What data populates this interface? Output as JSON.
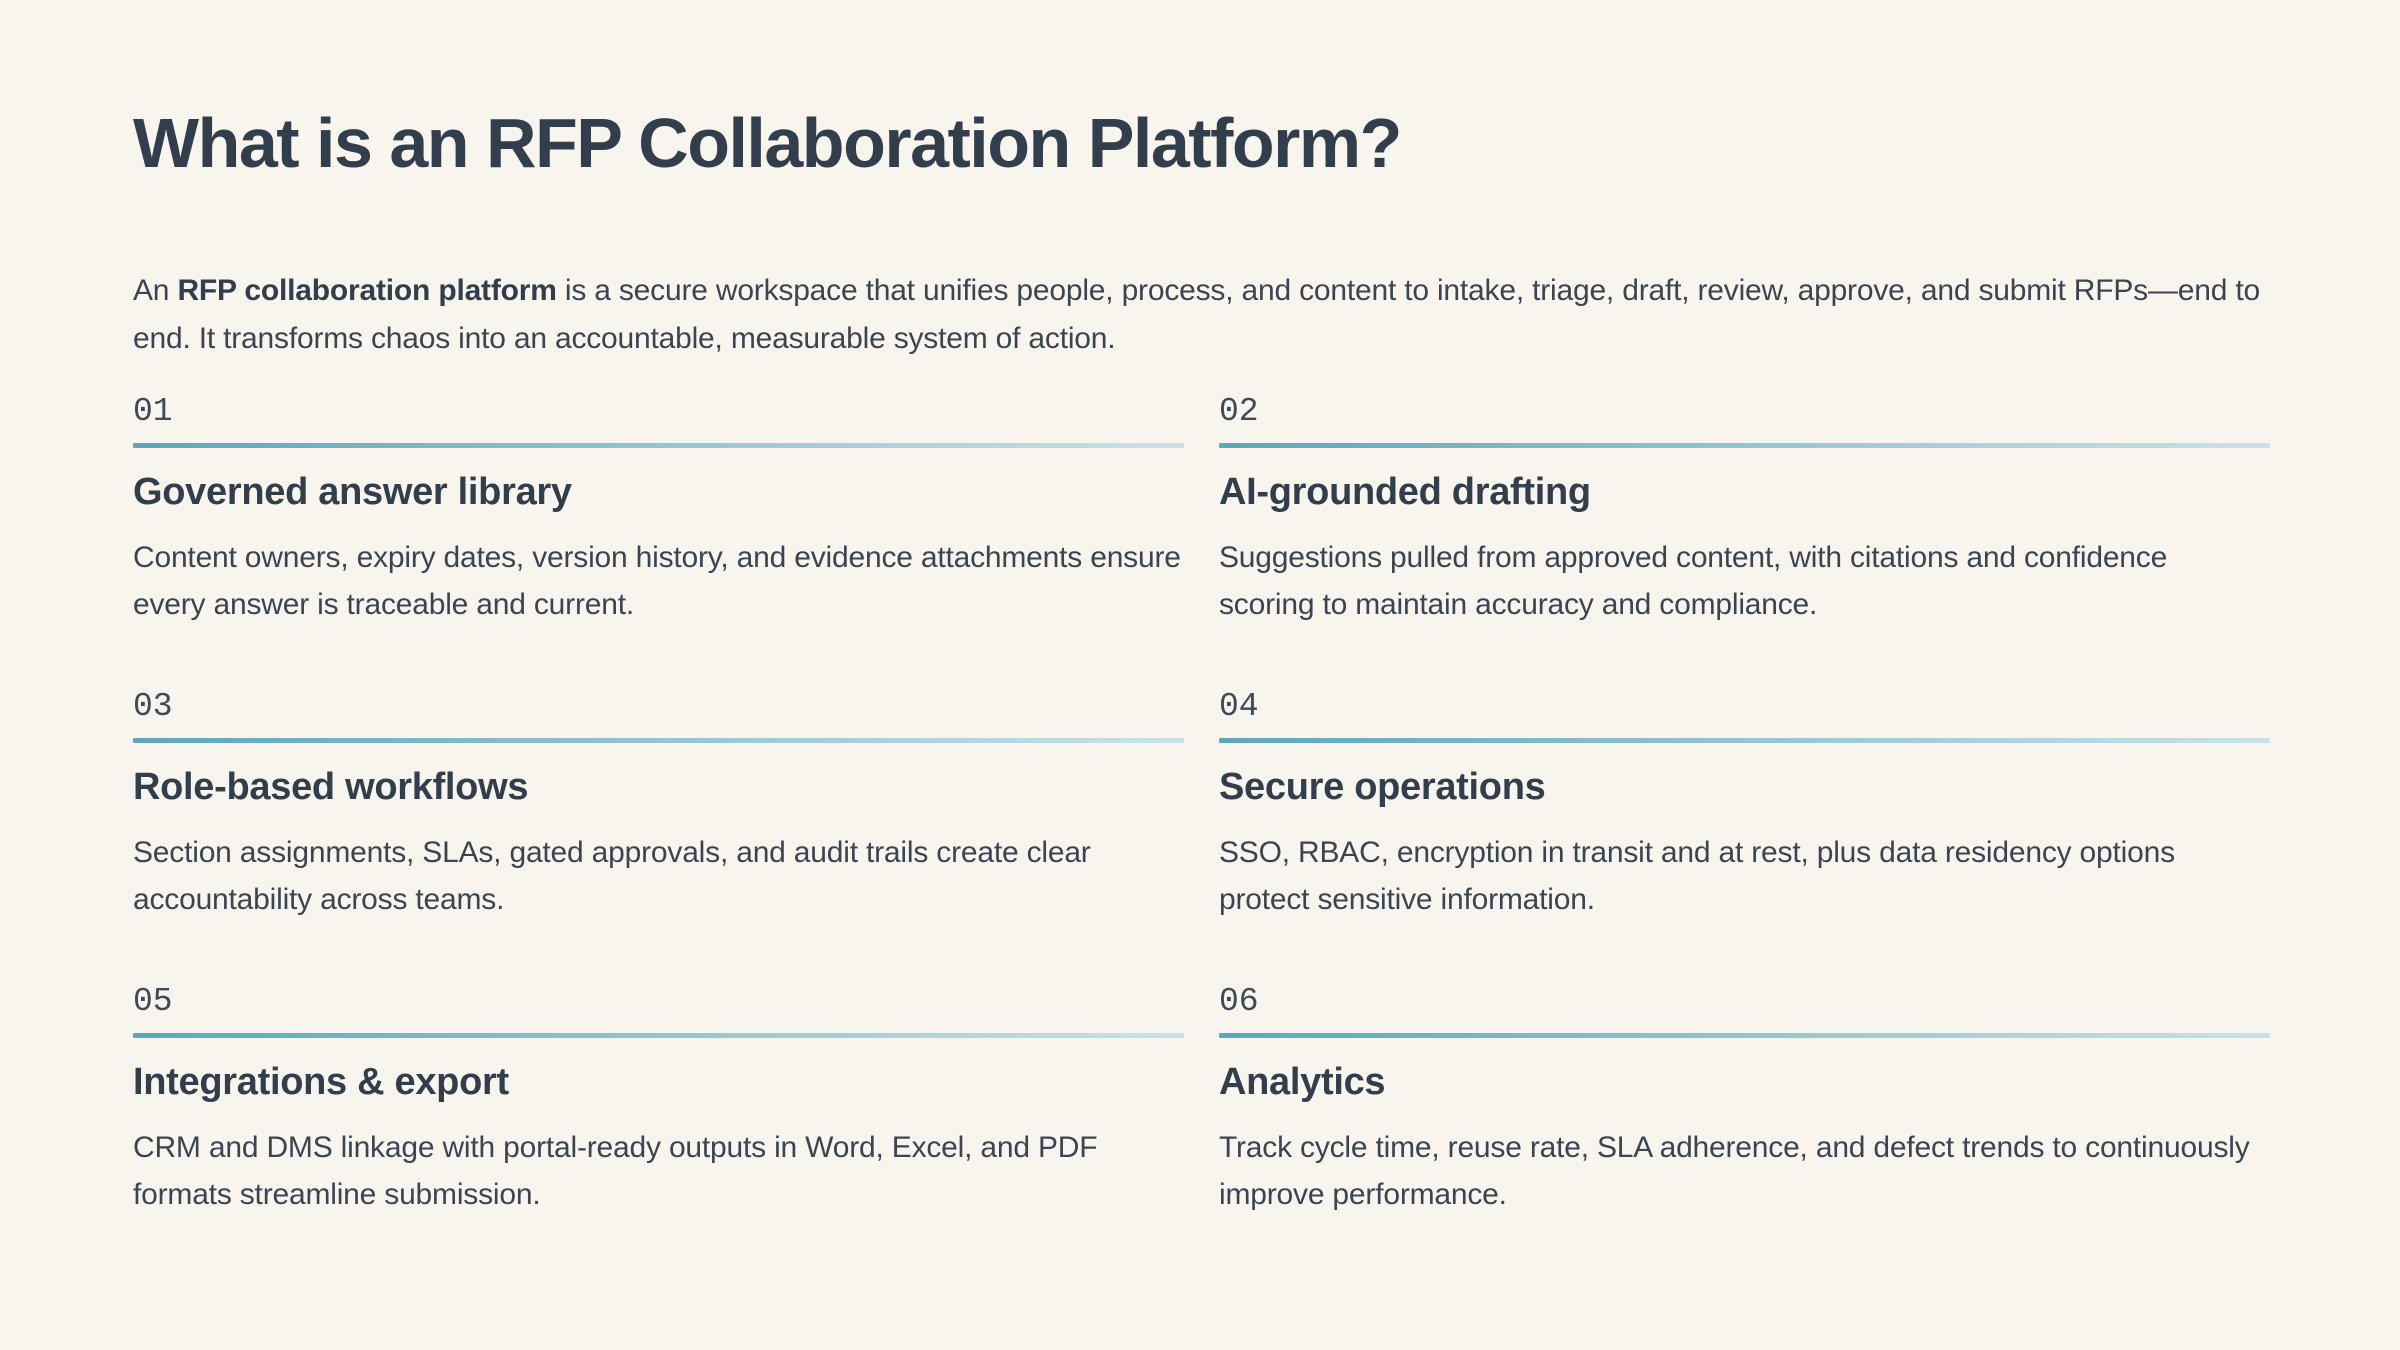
{
  "page": {
    "title": "What is an RFP Collaboration Platform?",
    "intro": {
      "prefix": "An ",
      "bold": "RFP collaboration platform",
      "rest": " is a secure workspace that unifies people, process, and content to intake, triage, draft, review, approve, and submit RFPs—end to end. It transforms chaos into an accountable, measurable system of action."
    },
    "colors": {
      "background": "#F8F5EF",
      "heading": "#333E4C",
      "body_text": "#3B4552",
      "accent_gradient_start": "#5CA7BD",
      "accent_gradient_end": "#C9E2EA"
    }
  },
  "features": [
    {
      "number": "01",
      "title": "Governed answer library",
      "description": "Content owners, expiry dates, version history, and evidence attachments ensure every answer is traceable and current."
    },
    {
      "number": "02",
      "title": "AI-grounded drafting",
      "description": "Suggestions pulled from approved content, with citations and confidence scoring to maintain accuracy and compliance."
    },
    {
      "number": "03",
      "title": "Role-based workflows",
      "description": "Section assignments, SLAs, gated approvals, and audit trails create clear accountability across teams."
    },
    {
      "number": "04",
      "title": "Secure operations",
      "description": "SSO, RBAC, encryption in transit and at rest, plus data residency options protect sensitive information."
    },
    {
      "number": "05",
      "title": "Integrations & export",
      "description": "CRM and DMS linkage with portal-ready outputs in Word, Excel, and PDF formats streamline submission."
    },
    {
      "number": "06",
      "title": "Analytics",
      "description": "Track cycle time, reuse rate, SLA adherence, and defect trends to continuously improve performance."
    }
  ]
}
